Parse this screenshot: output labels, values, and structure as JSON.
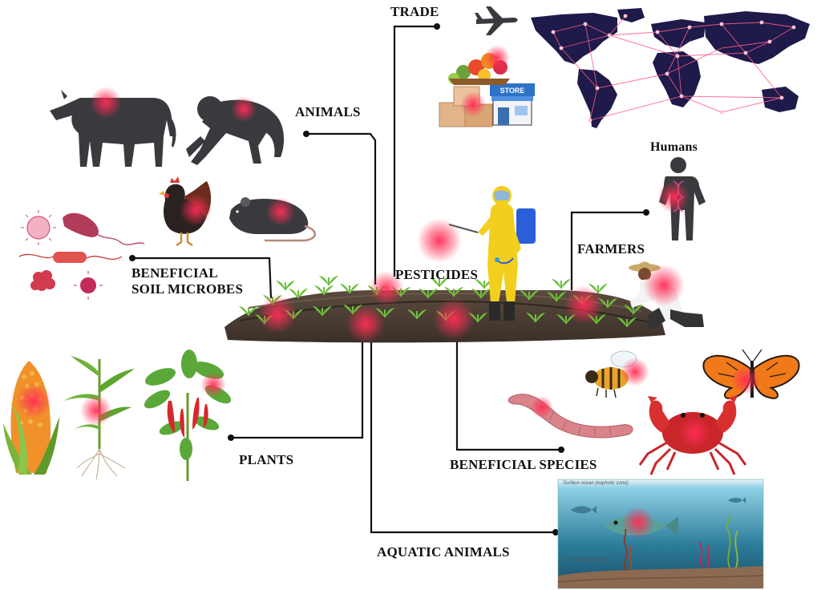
{
  "labels": {
    "trade": "TRADE",
    "animals": "ANIMALS",
    "humans": "Humans",
    "beneficial_soil_microbes": [
      "BENEFICIAL",
      "SOIL MICROBES"
    ],
    "pesticides": "PESTICIDES",
    "farmers": "FARMERS",
    "plants": "PLANTS",
    "beneficial_species": "BENEFICIAL SPECIES",
    "aquatic_animals": "AQUATIC ANIMALS"
  },
  "store_sign": "STORE",
  "ocean_zone_labels": {
    "surface": "Surface ocean (euphotic zone)",
    "deep": "Deep sea (sea floor)"
  },
  "colors": {
    "silhouette": "#3a3a3e",
    "soil": "#4a3d33",
    "sprout": "#6cbf3a",
    "connector": "#111111",
    "hotspot": "#ff2d55",
    "map_land": "#1e1a4a",
    "map_net": "#ff5c8a",
    "ocean_top": "#7ec3d8",
    "ocean_bottom": "#1f5f7a",
    "suit": "#f2cf1d",
    "tank": "#2b5fd9"
  }
}
